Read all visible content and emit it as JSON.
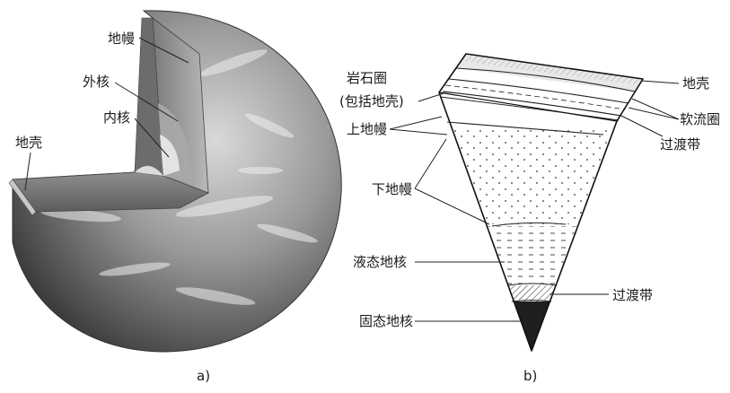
{
  "figure_a": {
    "labels": {
      "mantle": "地幔",
      "outer_core": "外核",
      "inner_core": "内核",
      "crust": "地壳"
    },
    "caption": "a)"
  },
  "figure_b": {
    "labels": {
      "lithosphere_line1": "岩石圈",
      "lithosphere_line2": "(包括地壳)",
      "upper_mantle": "上地幔",
      "lower_mantle": "下地幔",
      "liquid_core": "液态地核",
      "solid_core": "固态地核",
      "crust": "地壳",
      "asthenosphere": "软流圈",
      "transition_zone_upper": "过渡带",
      "transition_zone_lower": "过渡带"
    },
    "caption": "b)"
  }
}
